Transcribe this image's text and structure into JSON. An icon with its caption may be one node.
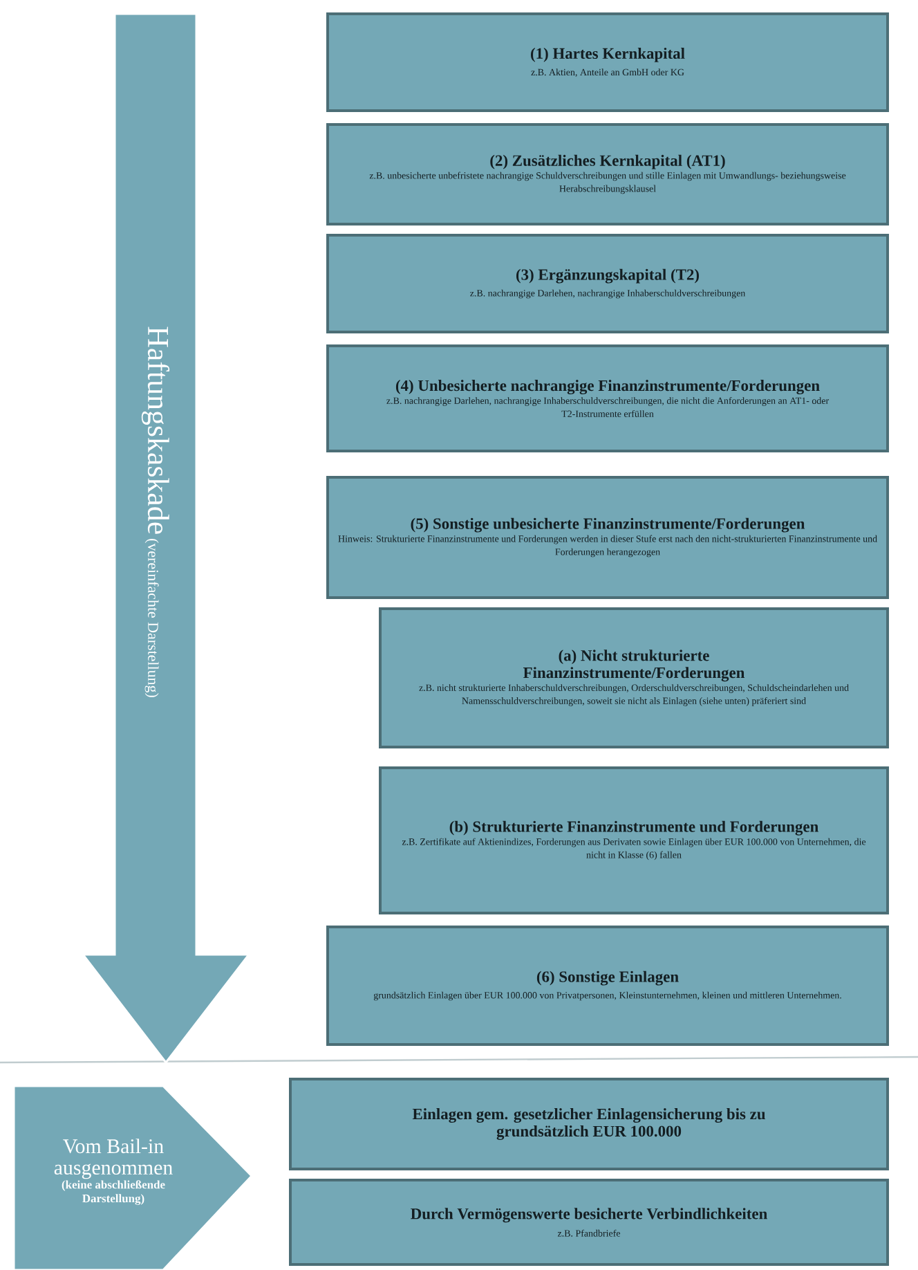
{
  "diagram": {
    "nodes": [
      {
        "text": [
          "Haftungskaskade",
          "(vereinfachte Darstellung)"
        ]
      },
      {
        "text": [
          "(1) Hartes Kernkapital",
          "z.B. Aktien, Anteile an GmbH oder KG"
        ]
      },
      {
        "text": [
          "(2) Zusätzliches Kernkapital (AT1)",
          "z.B. unbesicherte unbefristete nachrangige Schuldverschreibungen und stille Einlagen mit Umwandlungs- beziehungsweise Herabschreibungsklausel"
        ]
      },
      {
        "text": [
          "(3) Ergänzungskapital (T2)",
          "z.B. nachrangige Darlehen, nachrangige Inhaberschuldverschreibungen"
        ]
      },
      {
        "text": [
          "(4) Unbesicherte nachrangige Finanzinstrumente/Forderungen",
          "z.B. nachrangige Darlehen, nachrangige Inhaberschuldverschreibungen, die nicht die Anforderungen an AT1- oder T2-Instrumente erfüllen"
        ]
      },
      {
        "text": [
          "(5) Sonstige unbesicherte Finanzinstrumente/Forderungen",
          "Hinweis: Strukturierte Finanzinstrumente und Forderungen werden in dieser Stufe erst nach den nicht-strukturierten Finanzinstrumente und Forderungen herangezogen"
        ]
      },
      {
        "text": [
          "(a) Nicht strukturierte Finanzinstrumente/Forderungen",
          "z.B. nicht strukturierte Inhaberschuldverschreibungen, Orderschuldverschreibungen, Schuldscheindarlehen und Namensschuldverschreibungen, soweit sie nicht als Einlagen (siehe unten) präferiert sind"
        ]
      },
      {
        "text": [
          "(b) Strukturierte Finanzinstrumente und Forderungen",
          "z.B. Zertifikate auf Aktienindizes, Forderungen aus Derivaten sowie Einlagen über EUR 100.000 von Unternehmen, die nicht in Klasse (6) fallen"
        ]
      },
      {
        "text": [
          "(6) Sonstige Einlagen",
          "grundsätzlich Einlagen über EUR 100.000 von Privatpersonen, Kleinstunternehmen, kleinen und mittleren Unternehmen."
        ]
      },
      {
        "text": [
          "Vom Bail-in ausgenommen",
          "(keine abschließende Darstellung)"
        ]
      },
      {
        "text": [
          "Einlagen gem. gesetzlicher Einlagensicherung bis zu grundsätzlich EUR 100.000"
        ]
      },
      {
        "text": [
          "Durch Vermögenswerte besicherte Verbindlichkeiten",
          "z.B. Pfandbriefe"
        ]
      }
    ]
  }
}
